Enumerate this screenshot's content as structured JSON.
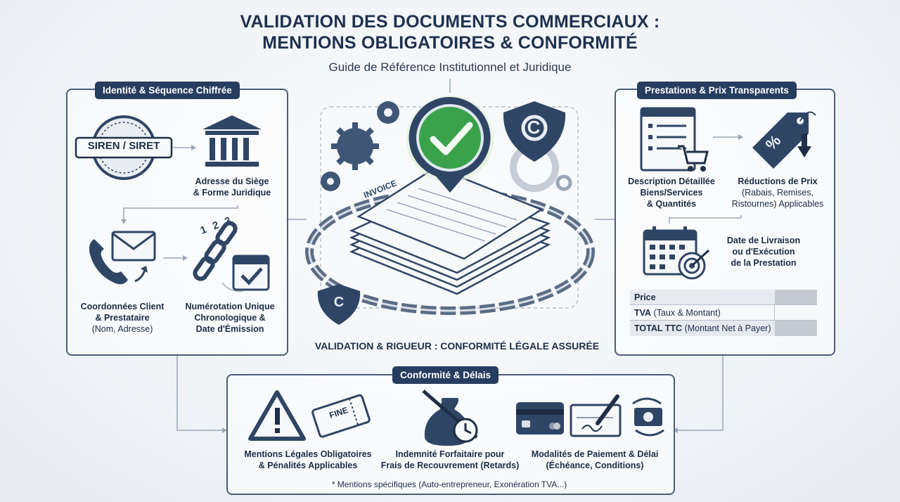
{
  "header": {
    "title_line1": "VALIDATION DES DOCUMENTS COMMERCIAUX :",
    "title_line2": "MENTIONS OBLIGATOIRES & CONFORMITÉ",
    "subtitle": "Guide de Référence Institutionnel et Juridique"
  },
  "left_panel": {
    "badge": "Identité & Séquence Chiffrée",
    "siren_label": "SIREN / SIRET",
    "address": {
      "line1": "Adresse du Siège",
      "line2": "& Forme Juridique"
    },
    "contact": {
      "line1": "Coordonnées Client",
      "line2": "& Prestataire",
      "line3": "(Nom, Adresse)"
    },
    "numbering": {
      "line1": "Numérotation Unique",
      "line2": "Chronologique &",
      "line3": "Date d'Émission"
    },
    "chain_numbers": "1 2 3"
  },
  "center": {
    "invoice_label": "INVOICE",
    "caption": "VALIDATION & RIGUEUR : CONFORMITÉ LÉGALE ASSURÉE",
    "shield_letter": "C"
  },
  "right_panel": {
    "badge": "Prestations & Prix Transparents",
    "description": {
      "line1": "Description Détaillée",
      "line2": "Biens/Services",
      "line3": "& Quantités"
    },
    "reductions": {
      "line1": "Réductions de Prix",
      "line2": "(Rabais, Remises,",
      "line3": "Ristournes) Applicables"
    },
    "delivery": {
      "line1": "Date de Livraison",
      "line2": "ou d'Exécution",
      "line3": "de la Prestation"
    },
    "price_table": {
      "row1": "Price",
      "row2_bold": "TVA",
      "row2_rest": " (Taux & Montant)",
      "row3_bold": "TOTAL TTC",
      "row3_rest": " (Montant Net à Payer)"
    },
    "tag_symbol": "%"
  },
  "bottom_panel": {
    "badge": "Conformité & Délais",
    "mentions": {
      "line1": "Mentions Légales Obligatoires",
      "line2": "& Pénalités Applicables"
    },
    "indemnite": {
      "line1": "Indemnité Forfaitaire pour",
      "line2": "Frais de Recouvrement (Retards)"
    },
    "paiement": {
      "line1": "Modalités de Paiement & Délai",
      "line2": "(Échéance, Conditions)"
    },
    "fine_label": "FINE",
    "footnote": "* Mentions spécifiques (Auto-entrepreneur, Exonération TVA...)"
  },
  "colors": {
    "navy": "#263d5f",
    "green": "#3aa24a",
    "steel": "#4b5d78"
  }
}
